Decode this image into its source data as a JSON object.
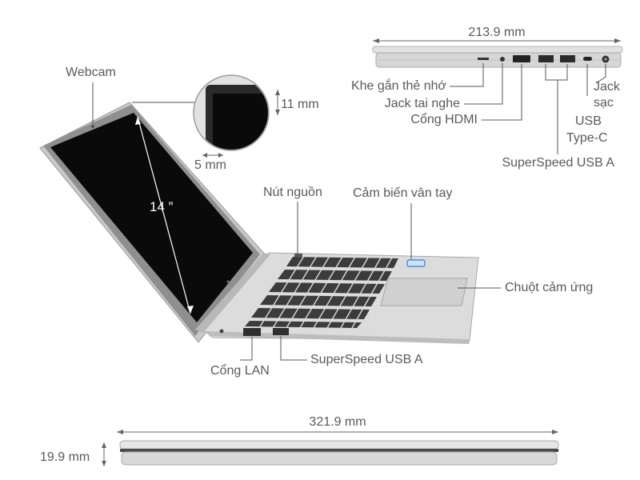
{
  "dimensions": {
    "side_depth": "213.9 mm",
    "front_width": "321.9 mm",
    "front_height": "19.9 mm",
    "bezel_top": "11 mm",
    "bezel_side": "5 mm",
    "screen_size": "14 ”"
  },
  "labels": {
    "webcam": "Webcam",
    "card_slot": "Khe gắn thẻ nhớ",
    "headphone_jack": "Jack tai nghe",
    "hdmi_port": "Cổng HDMI",
    "usb_a_side": "SuperSpeed USB A",
    "usb_c_line1": "USB",
    "usb_c_line2": "Type-C",
    "charging_line1": "Jack",
    "charging_line2": "sạc",
    "power_button": "Nút nguồn",
    "fingerprint": "Cảm biến vân tay",
    "touchpad": "Chuột cảm ứng",
    "lan_port": "Cổng LAN",
    "usb_a_front": "SuperSpeed USB A"
  },
  "colors": {
    "chassis": "#d9d9d9",
    "chassis_dark": "#9e9e9e",
    "screen": "#0a0a0a",
    "keys": "#3a3a3a",
    "line": "#555555",
    "fingerprint_led": "#2f7fd6"
  }
}
